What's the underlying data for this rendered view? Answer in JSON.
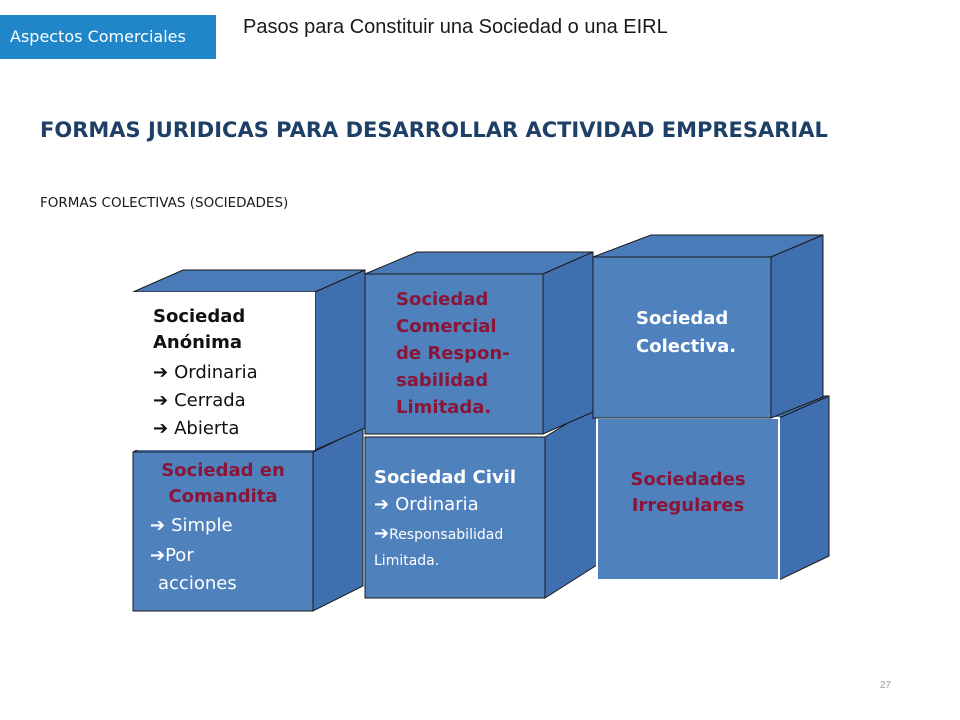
{
  "header": {
    "tag_label": "Aspectos Comerciales",
    "subtitle": "Pasos para Constituir una Sociedad o una EIRL"
  },
  "main": {
    "title": "FORMAS JURIDICAS PARA DESARROLLAR ACTIVIDAD EMPRESARIAL",
    "section_label": "FORMAS COLECTIVAS (SOCIEDADES)"
  },
  "blocks": {
    "anonima": {
      "title_line1": "Sociedad",
      "title_line2": "Anónima",
      "items": [
        "Ordinaria",
        "Cerrada",
        "Abierta"
      ]
    },
    "comandita": {
      "title_line1": "Sociedad en",
      "title_line2": "Comandita",
      "item1": "Simple",
      "item2_line1": "Por",
      "item2_line2": "acciones"
    },
    "srl": {
      "lines": [
        "Sociedad",
        "Comercial",
        "de Respon-",
        "sabilidad",
        "Limitada."
      ]
    },
    "civil": {
      "title": "Sociedad Civil",
      "item1": "Ordinaria",
      "item2_line1": "Responsabilidad",
      "item2_line2": "Limitada."
    },
    "colectiva": {
      "title_line1": "Sociedad",
      "title_line2": "Colectiva."
    },
    "irregulares": {
      "title_line1": "Sociedades",
      "title_line2": "Irregulares"
    }
  },
  "arrow_glyph": "➔",
  "page_number": "27",
  "colors": {
    "tag_bg": "#1f86c9",
    "title": "#1e3f66",
    "box_fill": "#4f81bd",
    "box_top": "#4a7ab8",
    "box_side": "#3f6fae",
    "maroon_text": "#8a1538",
    "white": "#ffffff"
  }
}
